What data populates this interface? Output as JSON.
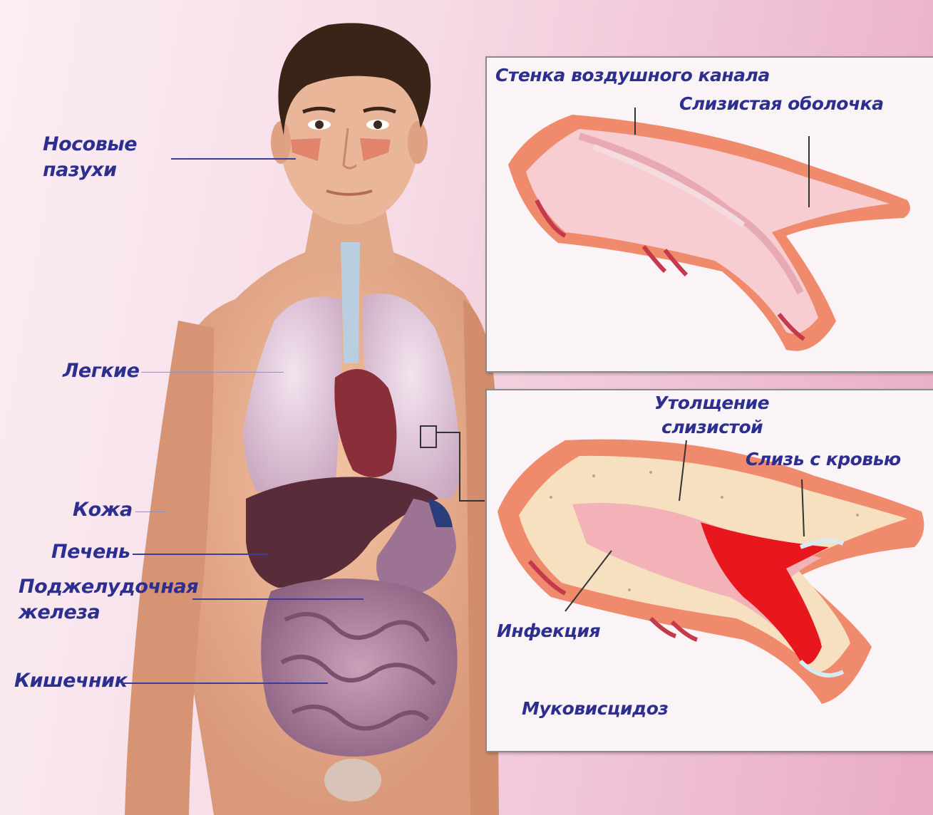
{
  "body_labels": {
    "sinuses_line1": "Носовые",
    "sinuses_line2": "пазухи",
    "lungs": "Легкие",
    "skin": "Кожа",
    "liver": "Печень",
    "pancreas_line1": "Поджелудочная",
    "pancreas_line2": "железа",
    "intestine": "Кишечник"
  },
  "panel_top": {
    "airway_wall": "Стенка воздушного канала",
    "mucous_membrane": "Слизистая оболочка"
  },
  "panel_bottom": {
    "thickening_line1": "Утолщение",
    "thickening_line2": "слизистой",
    "mucus_blood": "Слизь с кровью",
    "infection": "Инфекция",
    "title": "Муковисцидоз"
  },
  "colors": {
    "label_text": "#2c2f8f",
    "airway_outer": "#f08a6c",
    "mucus_blood": "#e8171e"
  }
}
